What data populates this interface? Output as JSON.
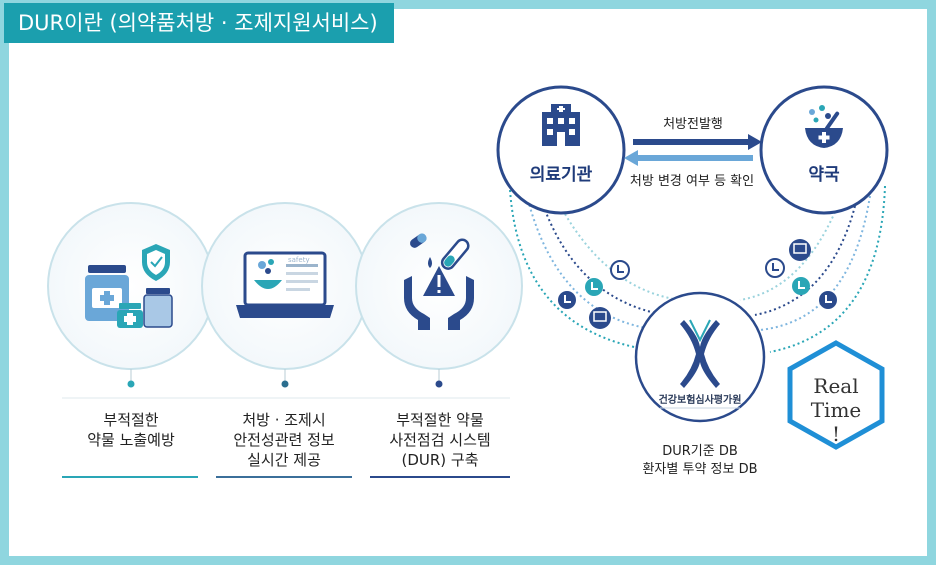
{
  "title": "DUR이란 (의약품처방 · 조제지원서비스)",
  "left_items": [
    {
      "line1": "부적절한",
      "line2": "약물 노출예방",
      "line3": "",
      "icon": "medicine-bottles-shield-icon"
    },
    {
      "line1": "처방 · 조제시",
      "line2": "안전성관련 정보",
      "line3": "실시간 제공",
      "icon": "laptop-safety-icon"
    },
    {
      "line1": "부적절한 약물",
      "line2": "사전점검 시스템",
      "line3": "(DUR) 구축",
      "icon": "hands-warning-icon"
    }
  ],
  "flow": {
    "hospital": "의료기관",
    "pharmacy": "약국",
    "arrow_top": "처방전발행",
    "arrow_bottom": "처방 변경 여부 등 확인",
    "db_logo": "건강보험심사평가원",
    "db_line1": "DUR기준 DB",
    "db_line2": "환자별 투약 정보 DB",
    "realtime_line1": "Real",
    "realtime_line2": "Time",
    "realtime_line3": "!"
  },
  "colors": {
    "frame": "#8fd6df",
    "tab": "#1b9fae",
    "navy": "#2b4a8c",
    "teal": "#2aa6b6",
    "lightblue": "#7fb6df"
  }
}
